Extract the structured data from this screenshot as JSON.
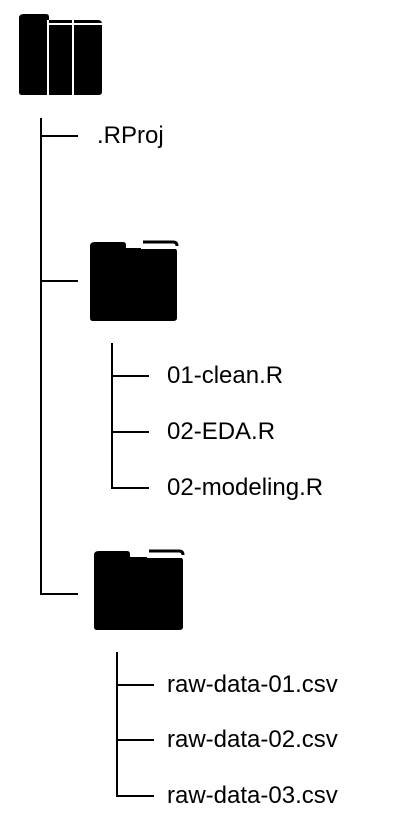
{
  "tree": {
    "root": {
      "icon": "folder-icon",
      "children": {
        "rproj": ".RProj",
        "folder_one": {
          "icon": "folder-icon",
          "files": [
            "01-clean.R",
            "02-EDA.R",
            "02-modeling.R"
          ]
        },
        "folder_two": {
          "icon": "folder-icon",
          "files": [
            "raw-data-01.csv",
            "raw-data-02.csv",
            "raw-data-03.csv"
          ]
        }
      }
    }
  },
  "colors": {
    "ink": "#000000",
    "background": "#ffffff"
  }
}
